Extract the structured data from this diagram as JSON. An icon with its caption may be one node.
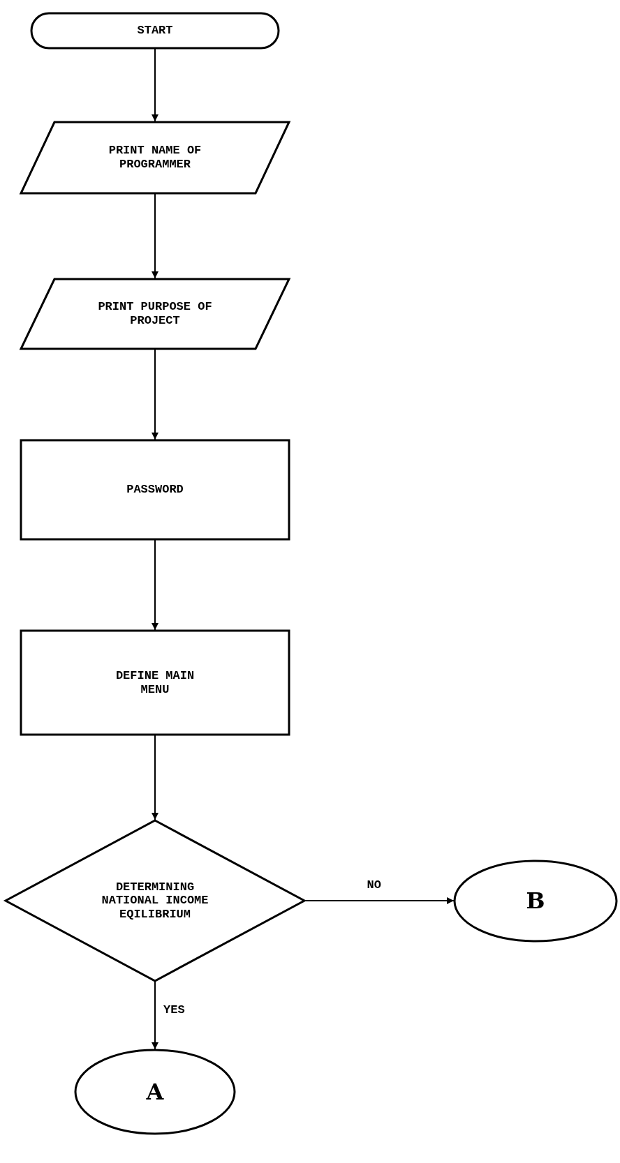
{
  "diagram": {
    "nodes": [
      {
        "text": [
          "START"
        ]
      },
      {
        "text": [
          "PRINT NAME OF PROGRAMMER"
        ]
      },
      {
        "text": [
          "PRINT PURPOSE OF PROJECT"
        ]
      },
      {
        "text": [
          "PASSWORD"
        ]
      },
      {
        "text": [
          "DEFINE MAIN MENU"
        ]
      },
      {
        "text": [
          "DETERMINING NATIONAL INCOME EQILIBRIUM"
        ]
      },
      {
        "text": [
          "B"
        ]
      },
      {
        "text": [
          "A"
        ]
      }
    ],
    "edges": [
      {
        "from": 0,
        "to": 1,
        "arrow": "to"
      },
      {
        "from": 1,
        "to": 2,
        "arrow": "to"
      },
      {
        "from": 2,
        "to": 3,
        "arrow": "to"
      },
      {
        "from": 3,
        "to": 4,
        "arrow": "to"
      },
      {
        "from": 4,
        "to": 5,
        "arrow": "to"
      },
      {
        "from": 5,
        "to": 6,
        "label": "NO",
        "arrow": "to"
      },
      {
        "from": 5,
        "to": 7,
        "label": "YES",
        "arrow": "to"
      }
    ]
  }
}
